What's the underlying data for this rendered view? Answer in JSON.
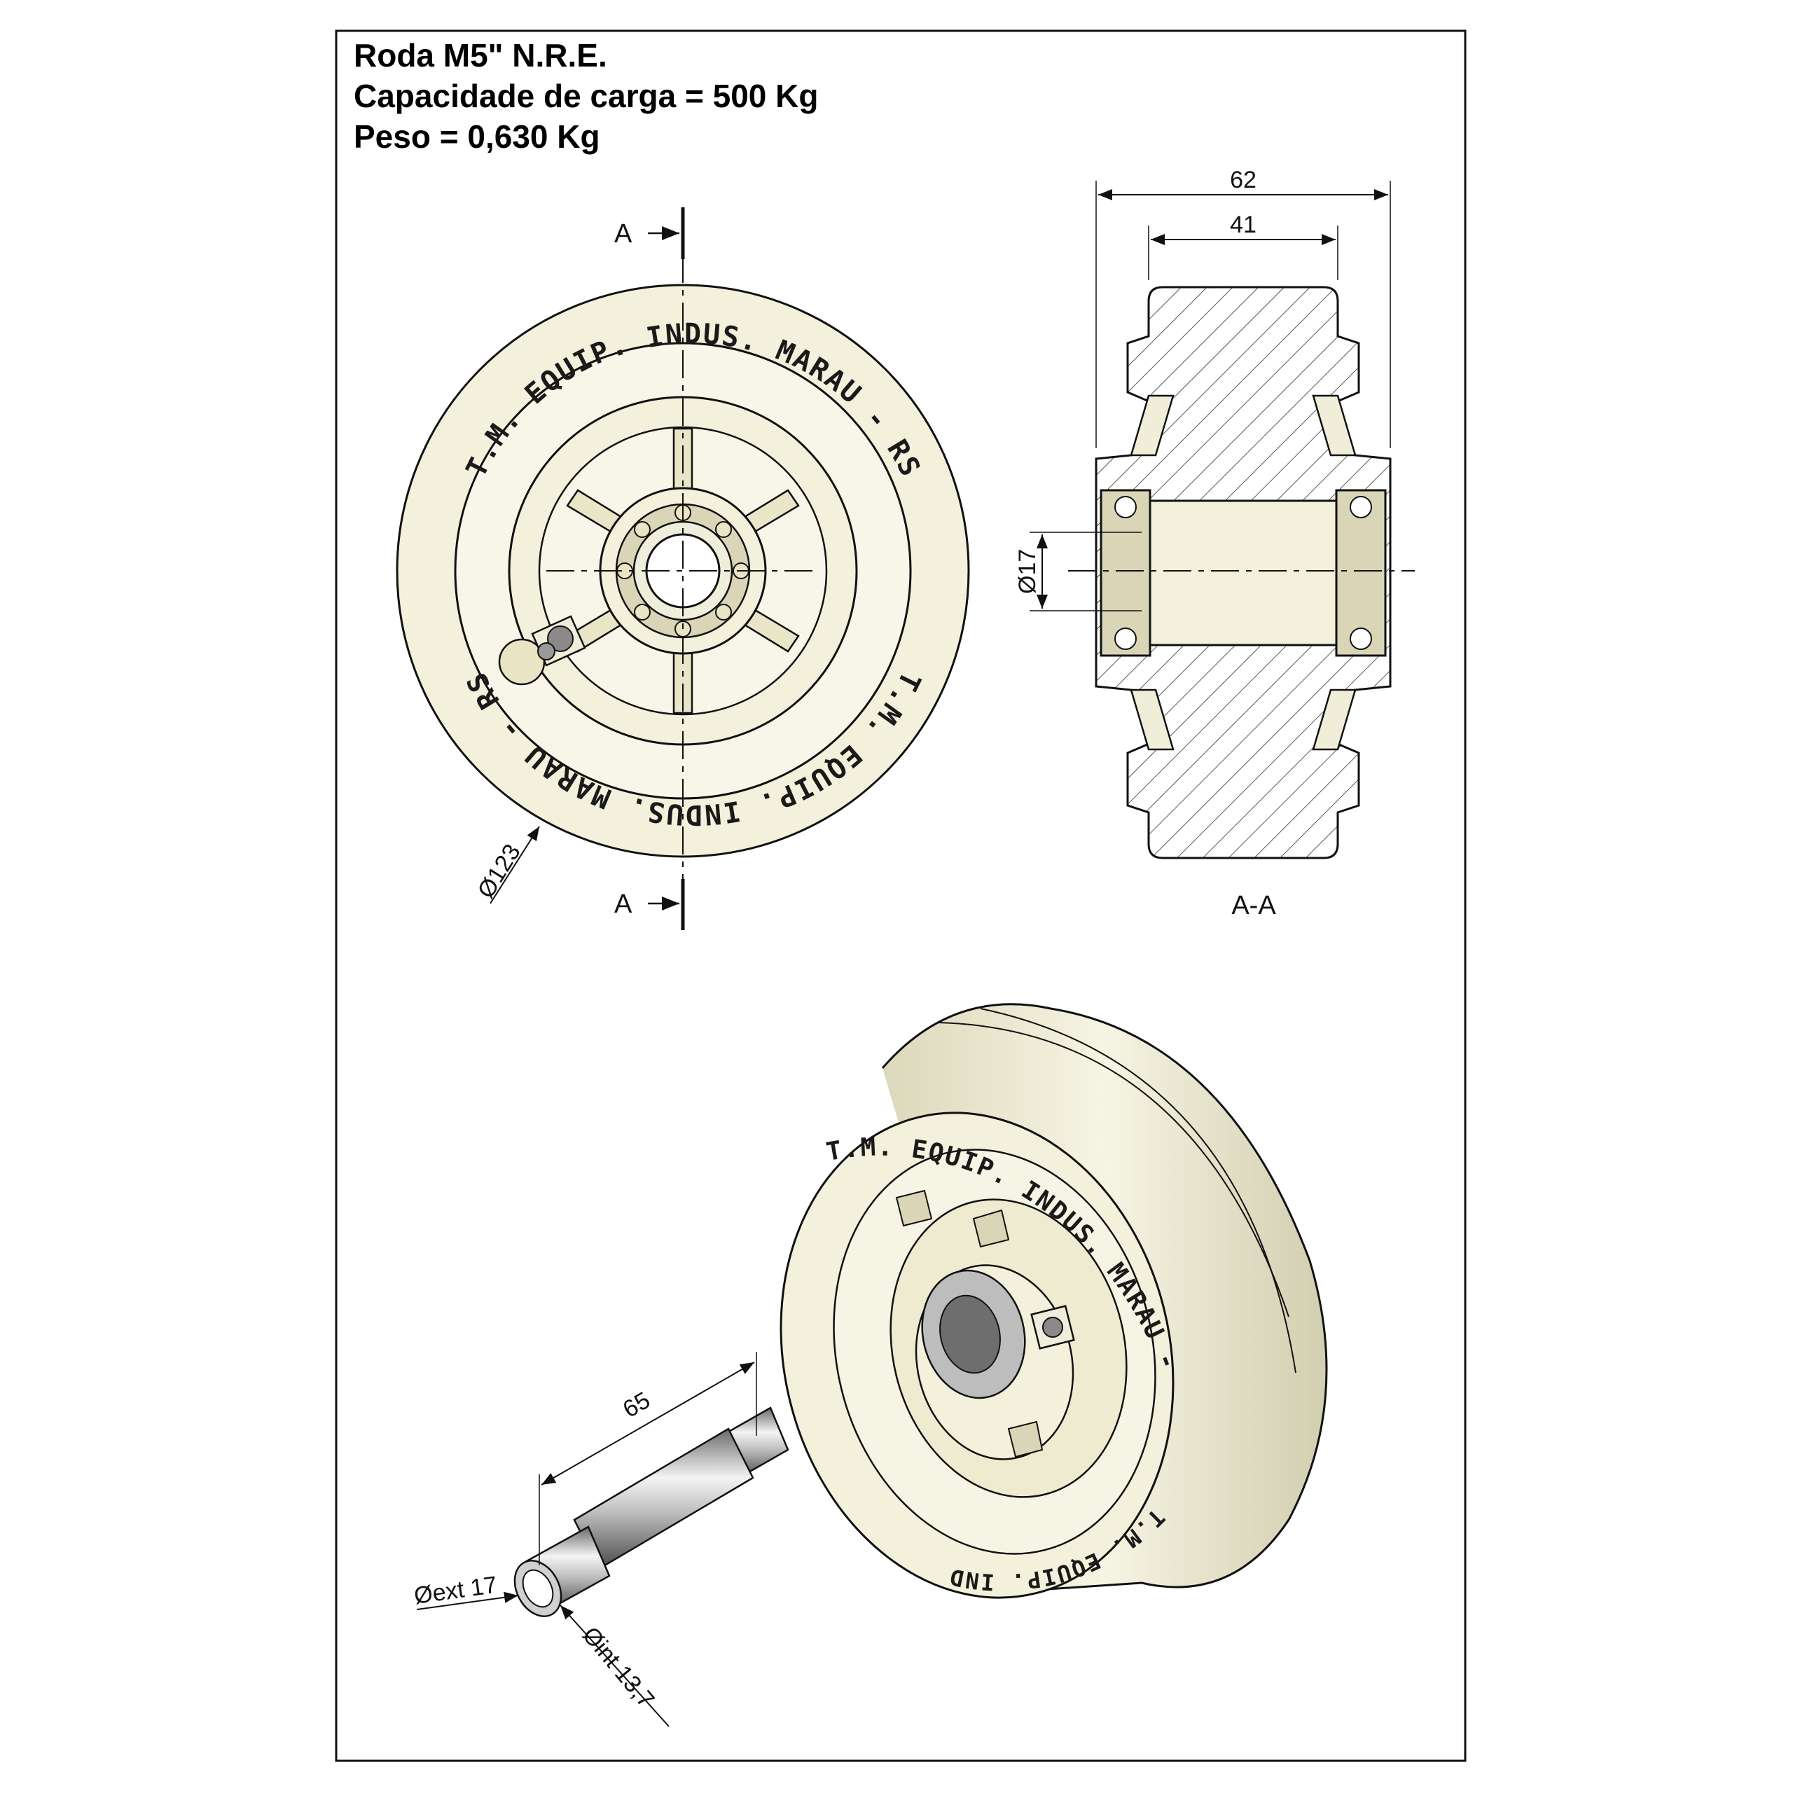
{
  "title": {
    "line1": "Roda M5\" N.R.E.",
    "line2": "Capacidade de carga = 500 Kg",
    "line3": "Peso = 0,630 Kg"
  },
  "front_view": {
    "section_mark_top": "A",
    "section_mark_bottom": "A",
    "diameter_label": "Ø123",
    "rim_text_top": "T.M. EQUIP. INDUS. MARAU - RS",
    "rim_text_bottom": "T.M. EQUIP. INDUS. MARAU - RS"
  },
  "section_view": {
    "width_outer": "62",
    "width_inner": "41",
    "bore_label": "Ø17",
    "caption": "A-A"
  },
  "iso_view": {
    "rim_text": "T.M. EQUIP. INDUS. MARAU - RS",
    "rim_text_lower": "T.M. EQUIP. INDUS.",
    "axle_length": "65",
    "axle_outer_diameter": "Øext 17",
    "axle_inner_diameter": "Øint 13,7"
  },
  "colors": {
    "part_fill": "#f3f1dc",
    "part_shade": "#d9d5b6",
    "line": "#111111",
    "steel_dark": "#5c5c5c",
    "steel_light": "#e6e6e6"
  }
}
